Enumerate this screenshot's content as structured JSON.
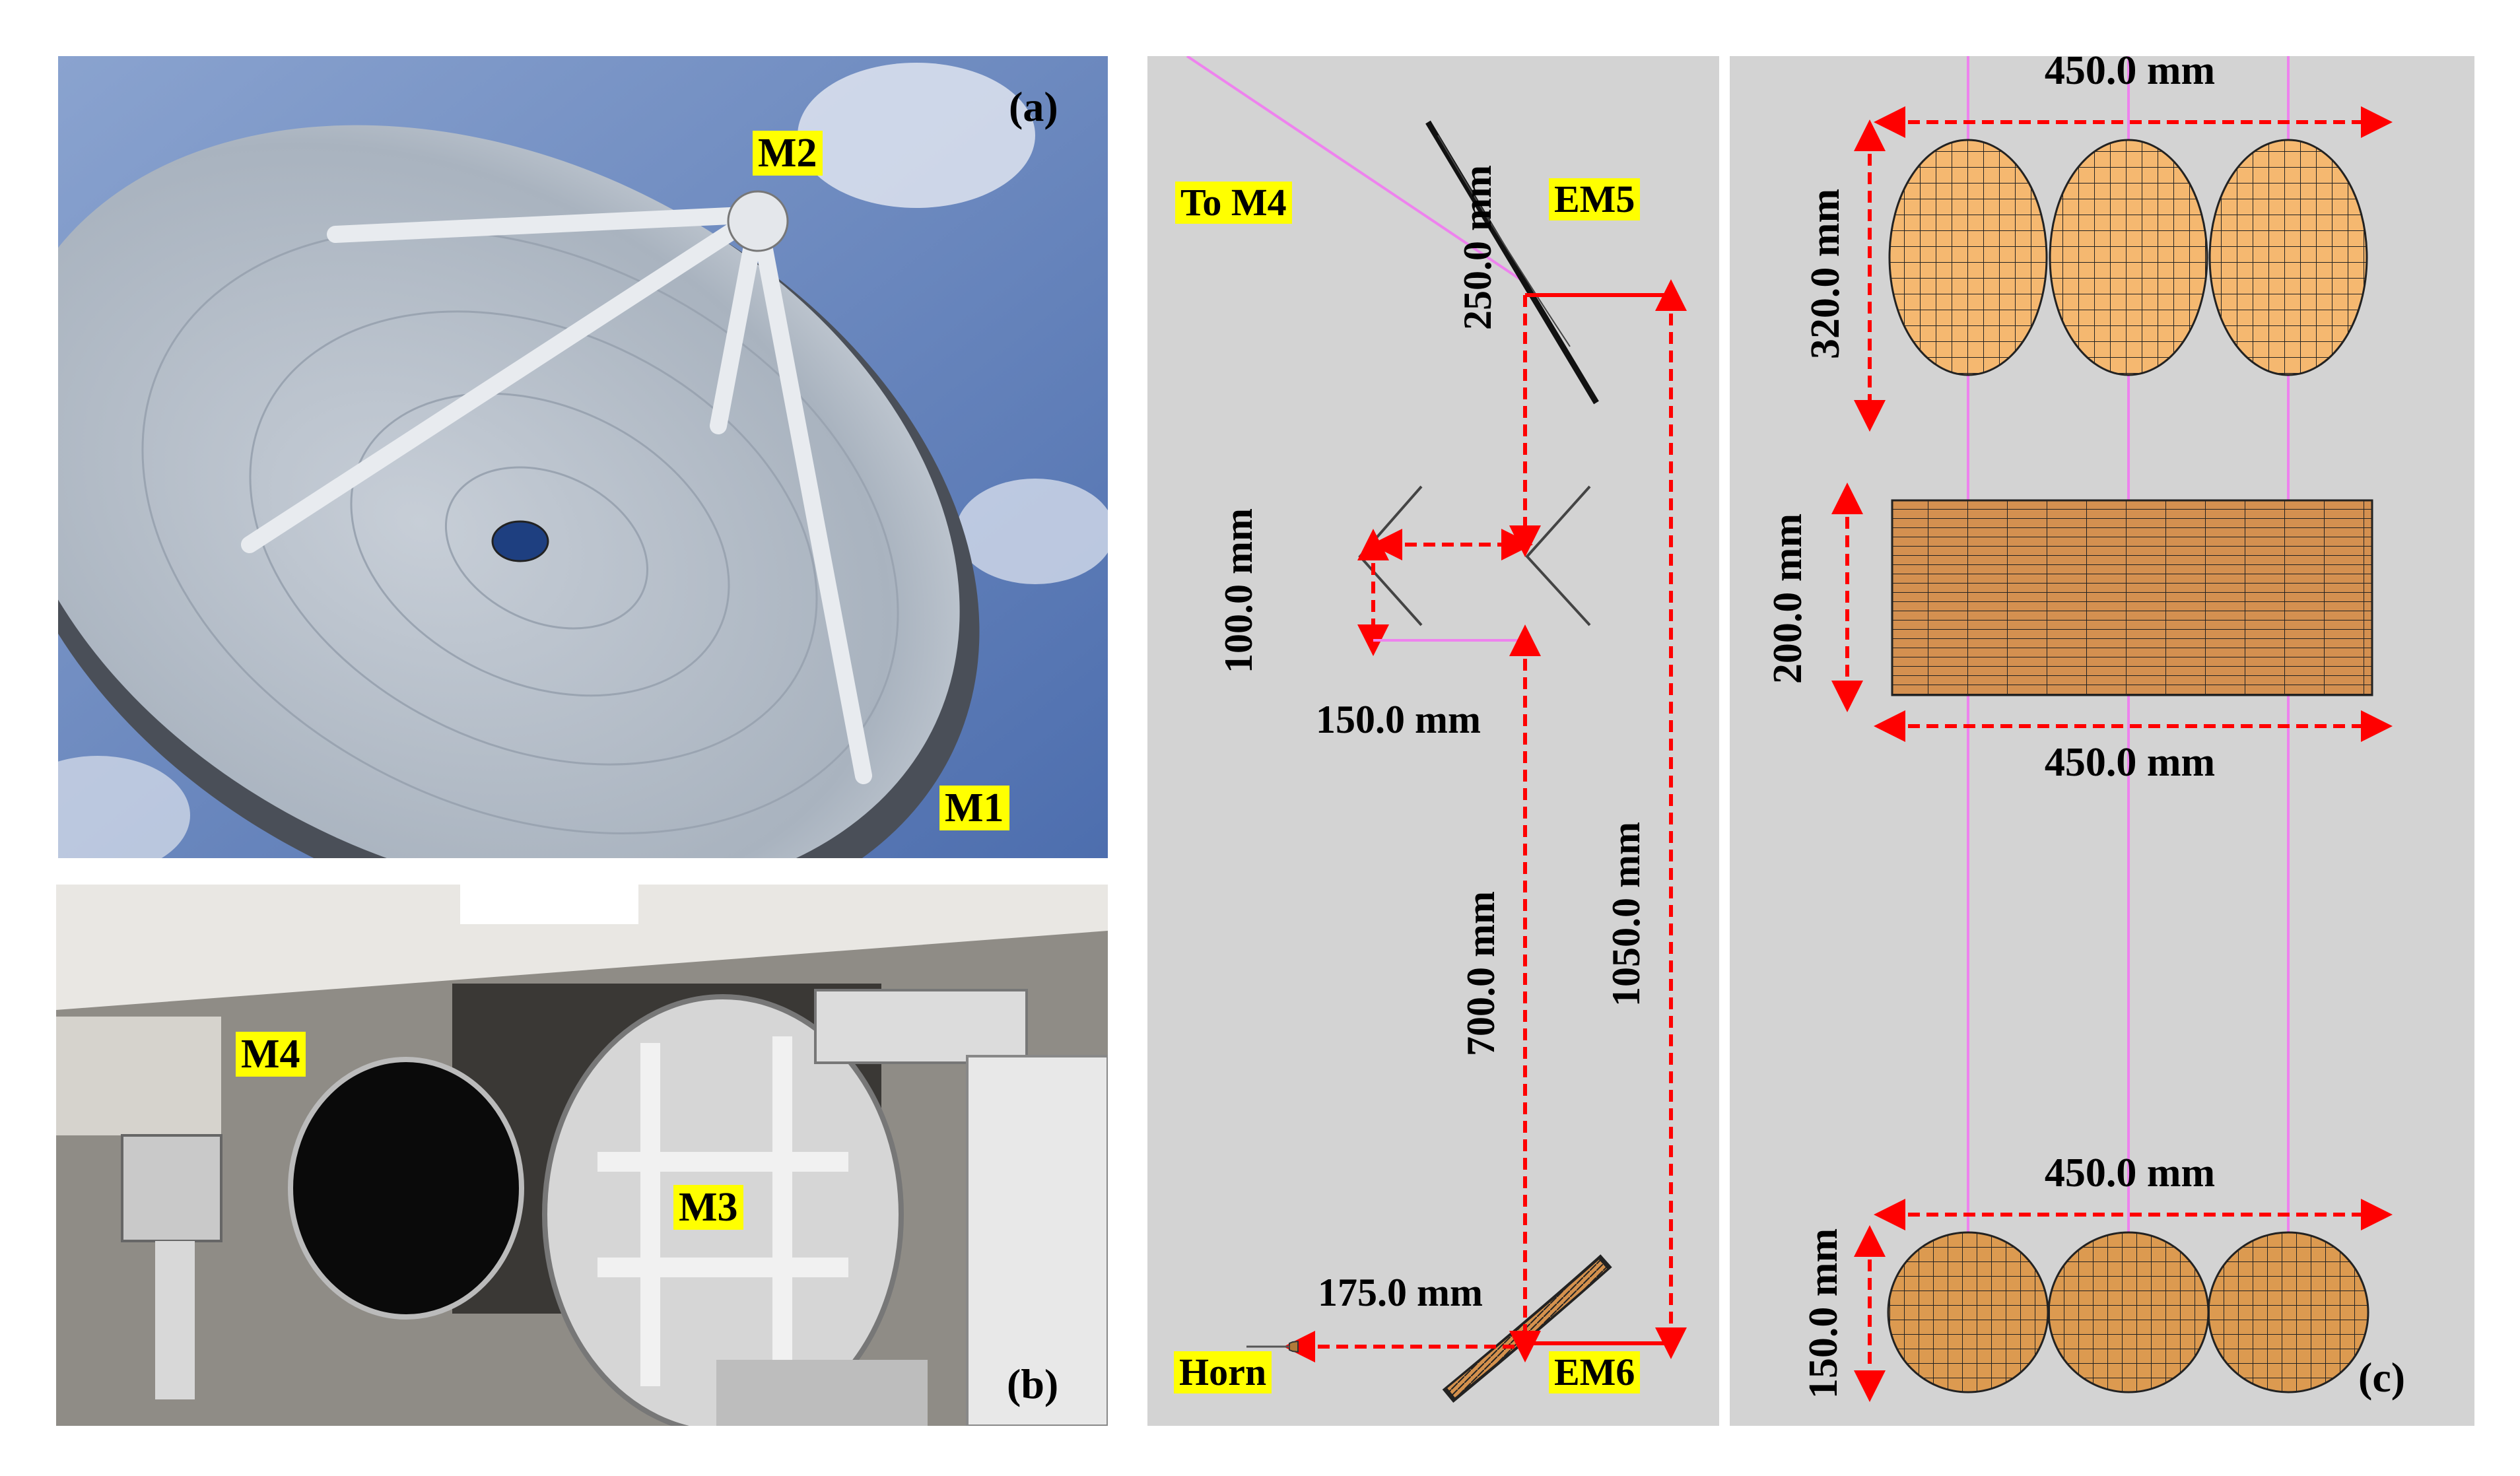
{
  "panel_a": {
    "panel_label": "(a)",
    "labels": {
      "m2": "M2",
      "m1": "M1"
    },
    "colors": {
      "sky": "#5b7bb8",
      "dish": "#b8c1cc"
    }
  },
  "panel_b": {
    "panel_label": "(b)",
    "labels": {
      "m4": "M4",
      "m3": "M3"
    }
  },
  "panel_middle": {
    "labels": {
      "to_m4": "To M4",
      "em5": "EM5",
      "horn": "Horn",
      "em6": "EM6"
    },
    "dimensions": {
      "d250": "250.0 mm",
      "d100": "100.0 mm",
      "d150": "150.0 mm",
      "d700": "700.0 mm",
      "d1050": "1050.0 mm",
      "d175": "175.0 mm"
    },
    "colors": {
      "background": "#d3d3d3",
      "dimension": "#ff0000",
      "beam": "#ee82ee"
    }
  },
  "panel_c": {
    "panel_label": "(c)",
    "dimensions": {
      "top_width": "450.0 mm",
      "top_height": "320.0 mm",
      "mid_height": "200.0 mm",
      "mid_width": "450.0 mm",
      "bottom_width": "450.0 mm",
      "bottom_height": "150.0 mm"
    },
    "colors": {
      "ellipse_fill": "#f5b870",
      "rect_fill": "#d49050",
      "circle_fill": "#dc9a50",
      "grid": "#222222"
    }
  }
}
